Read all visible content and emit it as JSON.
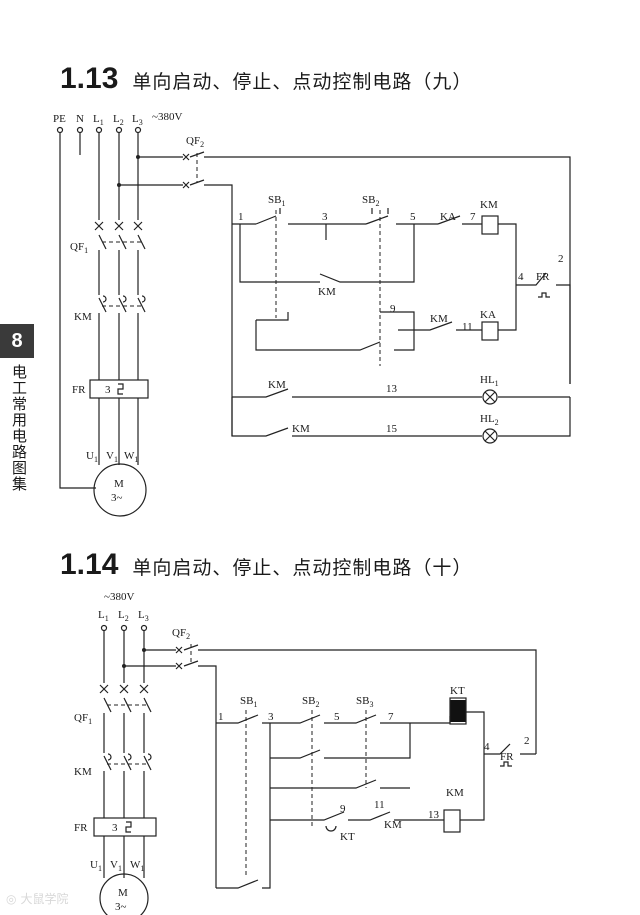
{
  "page": {
    "chapter_number": "8",
    "chapter_title": "电工常用电路图集",
    "watermark": "大鼠学院"
  },
  "section1": {
    "number": "1.13",
    "title": "单向启动、停止、点动控制电路（九）",
    "supply": {
      "pe": "PE",
      "n": "N",
      "l1": "L",
      "l2": "L",
      "l3": "L",
      "sub1": "1",
      "sub2": "2",
      "sub3": "3",
      "voltage": "~380V"
    },
    "labels": {
      "qf2": "QF",
      "qf2_sub": "2",
      "qf1": "QF",
      "qf1_sub": "1",
      "km_main": "KM",
      "fr": "FR",
      "fr_num": "3",
      "u1": "U",
      "v1": "V",
      "w1": "W",
      "uvw_sub": "1",
      "motor": "M",
      "motor_phase": "3~",
      "sb1": "SB",
      "sb1_sub": "1",
      "sb2": "SB",
      "sb2_sub": "2",
      "ka": "KA",
      "km_coil": "KM",
      "km_aux1": "KM",
      "km_aux2": "KM",
      "ka_coil": "KA",
      "fr_ctrl": "FR",
      "km_hl1": "KM",
      "km_hl2": "KM",
      "hl1": "HL",
      "hl1_sub": "1",
      "hl2": "HL",
      "hl2_sub": "2",
      "n1": "1",
      "n2": "2",
      "n3": "3",
      "n4": "4",
      "n5": "5",
      "n7": "7",
      "n9": "9",
      "n11": "11",
      "n13": "13",
      "n15": "15"
    }
  },
  "section2": {
    "number": "1.14",
    "title": "单向启动、停止、点动控制电路（十）",
    "supply": {
      "l1": "L",
      "l2": "L",
      "l3": "L",
      "sub1": "1",
      "sub2": "2",
      "sub3": "3",
      "voltage": "~380V"
    },
    "labels": {
      "qf2": "QF",
      "qf2_sub": "2",
      "qf1": "QF",
      "qf1_sub": "1",
      "km_main": "KM",
      "fr": "FR",
      "fr_num": "3",
      "u1": "U",
      "v1": "V",
      "w1": "W",
      "uvw_sub": "1",
      "motor": "M",
      "motor_phase": "3~",
      "sb1": "SB",
      "sb1_sub": "1",
      "sb2": "SB",
      "sb2_sub": "2",
      "sb3": "SB",
      "sb3_sub": "3",
      "kt": "KT",
      "kt_contact": "KT",
      "km_coil": "KM",
      "km_aux": "KM",
      "fr_ctrl": "FR",
      "n1": "1",
      "n2": "2",
      "n3": "3",
      "n4": "4",
      "n5": "5",
      "n7": "7",
      "n9": "9",
      "n11": "11",
      "n13": "13"
    }
  }
}
